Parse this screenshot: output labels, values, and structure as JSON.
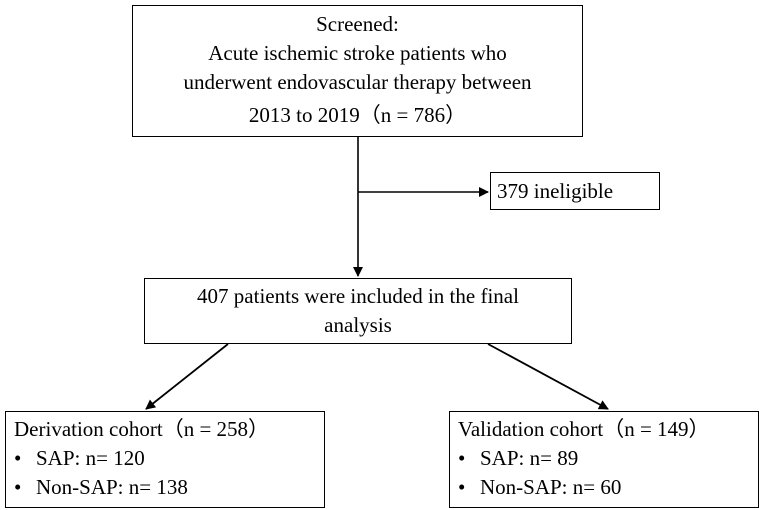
{
  "screened": {
    "line1": "Screened:",
    "line2": "Acute ischemic stroke patients who",
    "line3": "underwent endovascular therapy between",
    "line4": "2013 to 2019（n = 786）"
  },
  "ineligible": {
    "label": "379 ineligible"
  },
  "included": {
    "line1": "407 patients were included in the final",
    "line2": "analysis"
  },
  "derivation": {
    "title": "Derivation cohort（n = 258）",
    "items": [
      {
        "bullet": "•",
        "text": "SAP: n= 120"
      },
      {
        "bullet": "•",
        "text": "Non-SAP: n= 138"
      }
    ]
  },
  "validation": {
    "title": "Validation cohort（n = 149）",
    "items": [
      {
        "bullet": "•",
        "text": "SAP: n= 89"
      },
      {
        "bullet": "•",
        "text": "Non-SAP: n= 60"
      }
    ]
  }
}
